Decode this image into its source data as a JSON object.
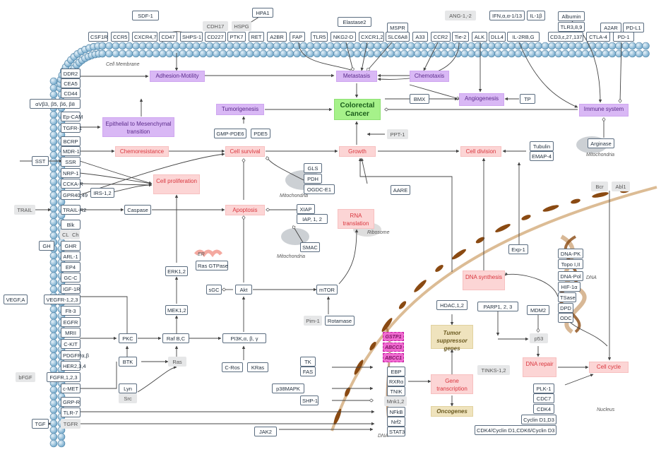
{
  "membrane_label": "Cell Membrane",
  "top_ligands": {
    "sdf1": "SDF-1",
    "hpa1": "HPA1",
    "cdh17": "CDH17",
    "hspg": "HSPG",
    "elastase2": "Elastase2",
    "mspr": "MSPR",
    "ang12": "ANG-1,-2",
    "ifn": "IFN,α,α-1/13",
    "il1b": "IL-1β",
    "albumin": "Albumin",
    "tlr389": "TLR3,8,9",
    "a2ar": "A2AR",
    "pdl1": "PD-L1"
  },
  "membrane_receptors": [
    "CSF1R",
    "CCR5",
    "CXCR4,7",
    "CD47",
    "SHPS-1",
    "CD227",
    "PTK7",
    "RET",
    "A2BR",
    "FAP",
    "TLR5",
    "NKG2-D",
    "CXCR1,2",
    "SLC6A8",
    "A33",
    "CCR2",
    "Tie-2",
    "ALK",
    "DLL4",
    "IL-2RB,G",
    "CD3,ε,27,137",
    "CTLA-4",
    "PD-1"
  ],
  "left_receptors": [
    "DDR2",
    "CEA5",
    "CD44",
    "αVβ3, β5, β6, β8",
    "Ep-CAM",
    "TGFR-1",
    "BCRP",
    "MDR-1",
    "SSR",
    "NRP-1",
    "CCKA-R",
    "GPR40,49",
    "TRAIL-R2",
    "Blk",
    "GHR",
    "ARL-1",
    "EP4",
    "GC-C",
    "IGF-1R",
    "VEGFR-1,2,3",
    "Flt-3",
    "EGFR",
    "MRII",
    "C-KIT",
    "PDGFRα,β",
    "HER2,3,4",
    "FGFR,1,2,3",
    "c-MET",
    "GRP-R",
    "TLR-7",
    "TGFR"
  ],
  "left_ligands": {
    "sst": "SST",
    "trail": "TRAIL",
    "gh": "GH",
    "vegfa": "VEGF,A",
    "bfgf": "bFGF",
    "tgf": "TGF",
    "cl": "CL",
    "ch": "Ch"
  },
  "processes": {
    "adhesion": "Adhesion-Motility",
    "metastasis": "Metastasis",
    "chemotaxis": "Chemotaxis",
    "angiogenesis": "Angiogenesis",
    "immune": "Immune system",
    "emt": "Epithelial to Mesenchymal transition",
    "tumorigenesis": "Tumorigenesis",
    "crc": "Colorectal Cancer",
    "chemoresistance": "Chemoresistance",
    "survival": "Cell survival",
    "growth": "Growth",
    "division": "Cell division",
    "proliferation": "Cell proliferation",
    "apoptosis": "Apoptosis",
    "rna": "RNA translation",
    "dna_synth": "DNA synthesis",
    "tsg": "Tumor suppressor genes",
    "gene_tx": "Gene transcription",
    "oncogenes": "Oncogenes",
    "dna_repair": "DNA repair",
    "cell_cycle": "Cell cycle"
  },
  "nodes": {
    "bmx": "BMX",
    "tp": "TP",
    "gmp": "GMP-PDE6",
    "pde5": "PDE5",
    "ppt1": "PPT-1",
    "tubulin": "Tubulin",
    "emap4": "EMAP-4",
    "arginase": "Arginase",
    "gls": "GLS",
    "pdh": "PDH",
    "ogdc": "OGDC-E1",
    "aare": "AARE",
    "irs": "IRS-1,2",
    "caspase": "Caspase",
    "xiap": "XIAP",
    "iap": "IAP, 1, 2",
    "smac": "SMAC",
    "bcr": "Bcr",
    "abl1": "Abl1",
    "ras_gtpase": "Ras GTPase",
    "erk": "ERK1,2",
    "exp1": "Exp-1",
    "dna_pk": "DNA-PK",
    "topo": "Topo I,II",
    "dna_pol": "DNA-Pol",
    "hif1a": "HIF-1α",
    "tsase": "TSase",
    "dpd": "DPD",
    "odc": "ODC",
    "sgc": "sGC",
    "akt": "Akt",
    "mtor": "mTOR",
    "pim1": "Pim-1",
    "rotamase": "Rotamase",
    "mek": "MEK1,2",
    "hdac": "HDAC,1,2",
    "parp": "PARP1, 2, 3",
    "mdm2": "MDM2",
    "pkc": "PKC",
    "raf": "Raf B,C",
    "pi3k": "PI3K,α, β, γ",
    "p53": "p53",
    "btk": "BTK",
    "ras": "Ras",
    "gstp1": "GSTP1",
    "abcc3": "ABCC3",
    "abcc1": "ABCC1",
    "tk": "TK",
    "fas": "FAS",
    "ebp": "EBP",
    "tinks": "TINKS-1,2",
    "c_ros": "C-Ros",
    "kras": "KRas",
    "rxra": "RXRα",
    "lyn": "Lyn",
    "src": "Src",
    "p38": "p38MAPK",
    "tnik": "TNIK",
    "plk1": "PLK-1",
    "cdc7": "CDC7",
    "shp1": "SHP-1",
    "mnk": "Mnk1,2",
    "cdk4": "CDK4",
    "cyclin": "Cyclin D1,D3",
    "nfkb": "NFkB",
    "nrf2": "Nrf2",
    "jak2": "JAK2",
    "stat3": "STAT3",
    "cdk_cyclin": "CDK4/Cyclin D1,CDK6/Cyclin D3"
  },
  "labels": {
    "mito1": "Mitochondria",
    "mito2": "Mitochondria",
    "mito3": "Mitochondria",
    "ribosome": "Ribosome",
    "er": "ER",
    "dna1": "DNA",
    "dna2": "DNA",
    "nucleus": "Nucleus"
  },
  "colors": {
    "process_purple": "#d9b8f5",
    "process_pink": "#fcd5d5",
    "cancer_green": "#a6f28a",
    "tan": "#efe3bd",
    "membrane": "#8fbcd8",
    "dna_brown": "#8a4a12"
  }
}
